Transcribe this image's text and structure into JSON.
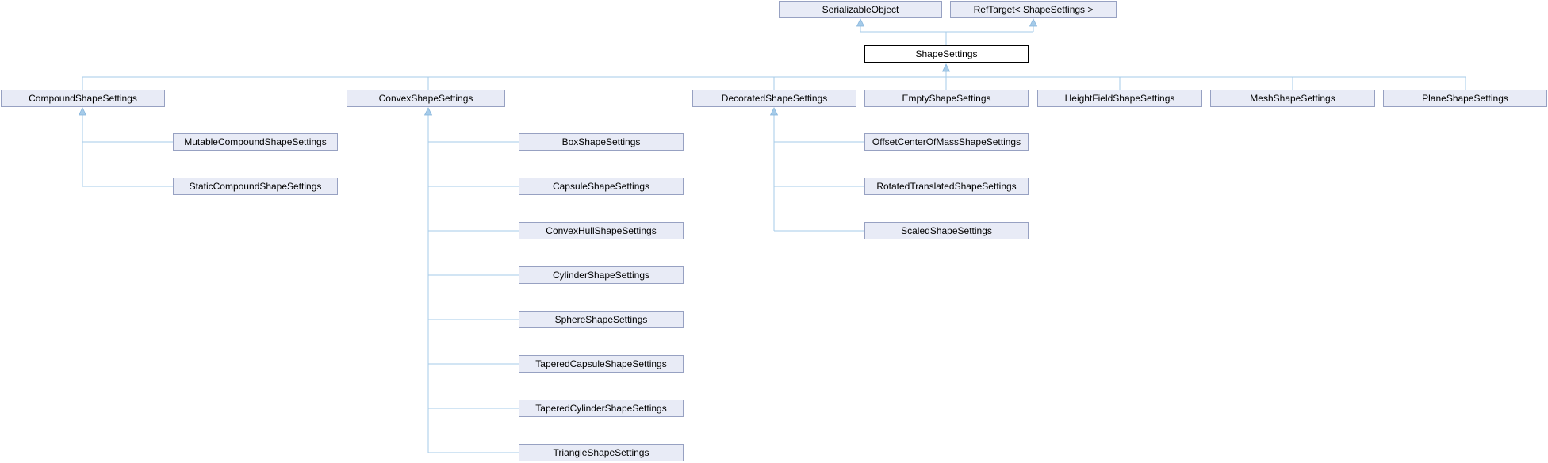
{
  "diagram": {
    "type": "class-inheritance-graph",
    "selected_node": "ShapeSettings",
    "colors": {
      "background": "#ffffff",
      "node_fill": "#e8ebf6",
      "node_border": "#97a1c2",
      "selected_node_fill": "#ffffff",
      "selected_node_border": "#000000",
      "edge_line": "#a5cbe9",
      "edge_arrow": "#a5cbe9",
      "text": "#000000"
    },
    "nodes": [
      {
        "label": "SerializableObject"
      },
      {
        "label": "RefTarget< ShapeSettings >"
      },
      {
        "label": "ShapeSettings",
        "selected": true
      },
      {
        "label": "CompoundShapeSettings"
      },
      {
        "label": "ConvexShapeSettings"
      },
      {
        "label": "DecoratedShapeSettings"
      },
      {
        "label": "EmptyShapeSettings"
      },
      {
        "label": "HeightFieldShapeSettings"
      },
      {
        "label": "MeshShapeSettings"
      },
      {
        "label": "PlaneShapeSettings"
      },
      {
        "label": "MutableCompoundShapeSettings"
      },
      {
        "label": "StaticCompoundShapeSettings"
      },
      {
        "label": "BoxShapeSettings"
      },
      {
        "label": "CapsuleShapeSettings"
      },
      {
        "label": "ConvexHullShapeSettings"
      },
      {
        "label": "CylinderShapeSettings"
      },
      {
        "label": "SphereShapeSettings"
      },
      {
        "label": "TaperedCapsuleShapeSettings"
      },
      {
        "label": "TaperedCylinderShapeSettings"
      },
      {
        "label": "TriangleShapeSettings"
      },
      {
        "label": "OffsetCenterOfMassShapeSettings"
      },
      {
        "label": "RotatedTranslatedShapeSettings"
      },
      {
        "label": "ScaledShapeSettings"
      }
    ],
    "inheritance": [
      {
        "base": "SerializableObject",
        "derived": [
          "ShapeSettings"
        ]
      },
      {
        "base": "RefTarget< ShapeSettings >",
        "derived": [
          "ShapeSettings"
        ]
      },
      {
        "base": "ShapeSettings",
        "derived": [
          "CompoundShapeSettings",
          "ConvexShapeSettings",
          "DecoratedShapeSettings",
          "EmptyShapeSettings",
          "HeightFieldShapeSettings",
          "MeshShapeSettings",
          "PlaneShapeSettings"
        ]
      },
      {
        "base": "CompoundShapeSettings",
        "derived": [
          "MutableCompoundShapeSettings",
          "StaticCompoundShapeSettings"
        ]
      },
      {
        "base": "ConvexShapeSettings",
        "derived": [
          "BoxShapeSettings",
          "CapsuleShapeSettings",
          "ConvexHullShapeSettings",
          "CylinderShapeSettings",
          "SphereShapeSettings",
          "TaperedCapsuleShapeSettings",
          "TaperedCylinderShapeSettings",
          "TriangleShapeSettings"
        ]
      },
      {
        "base": "DecoratedShapeSettings",
        "derived": [
          "OffsetCenterOfMassShapeSettings",
          "RotatedTranslatedShapeSettings",
          "ScaledShapeSettings"
        ]
      }
    ]
  }
}
